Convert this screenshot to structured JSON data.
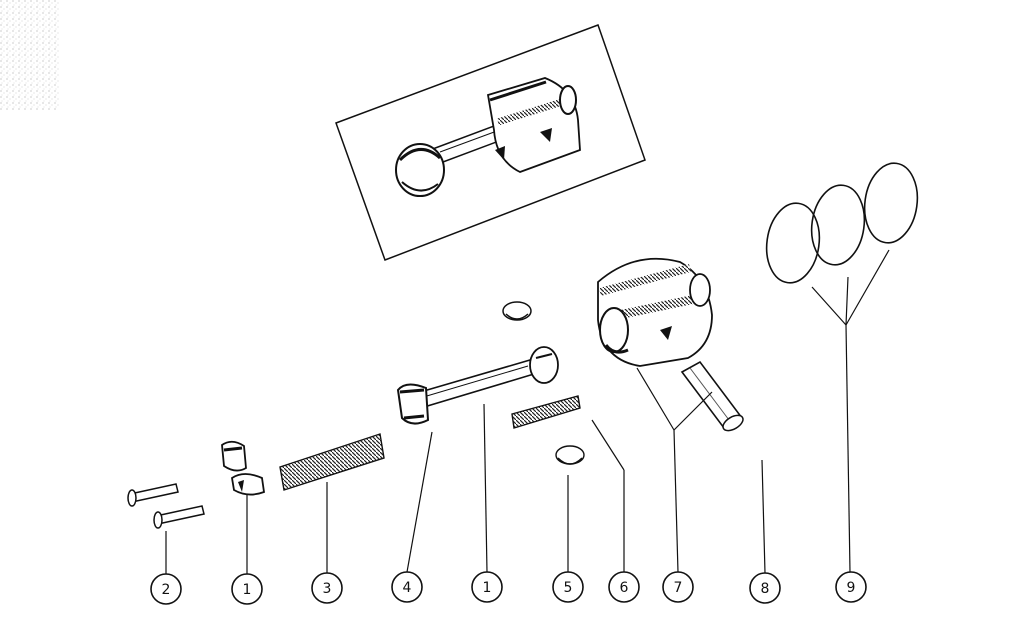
{
  "diagram": {
    "callouts": [
      {
        "id": "callout-2",
        "label": "2"
      },
      {
        "id": "callout-1a",
        "label": "1"
      },
      {
        "id": "callout-3",
        "label": "3"
      },
      {
        "id": "callout-4",
        "label": "4"
      },
      {
        "id": "callout-1b",
        "label": "1"
      },
      {
        "id": "callout-5",
        "label": "5"
      },
      {
        "id": "callout-6",
        "label": "6"
      },
      {
        "id": "callout-7",
        "label": "7"
      },
      {
        "id": "callout-8",
        "label": "8"
      },
      {
        "id": "callout-9",
        "label": "9"
      }
    ]
  }
}
